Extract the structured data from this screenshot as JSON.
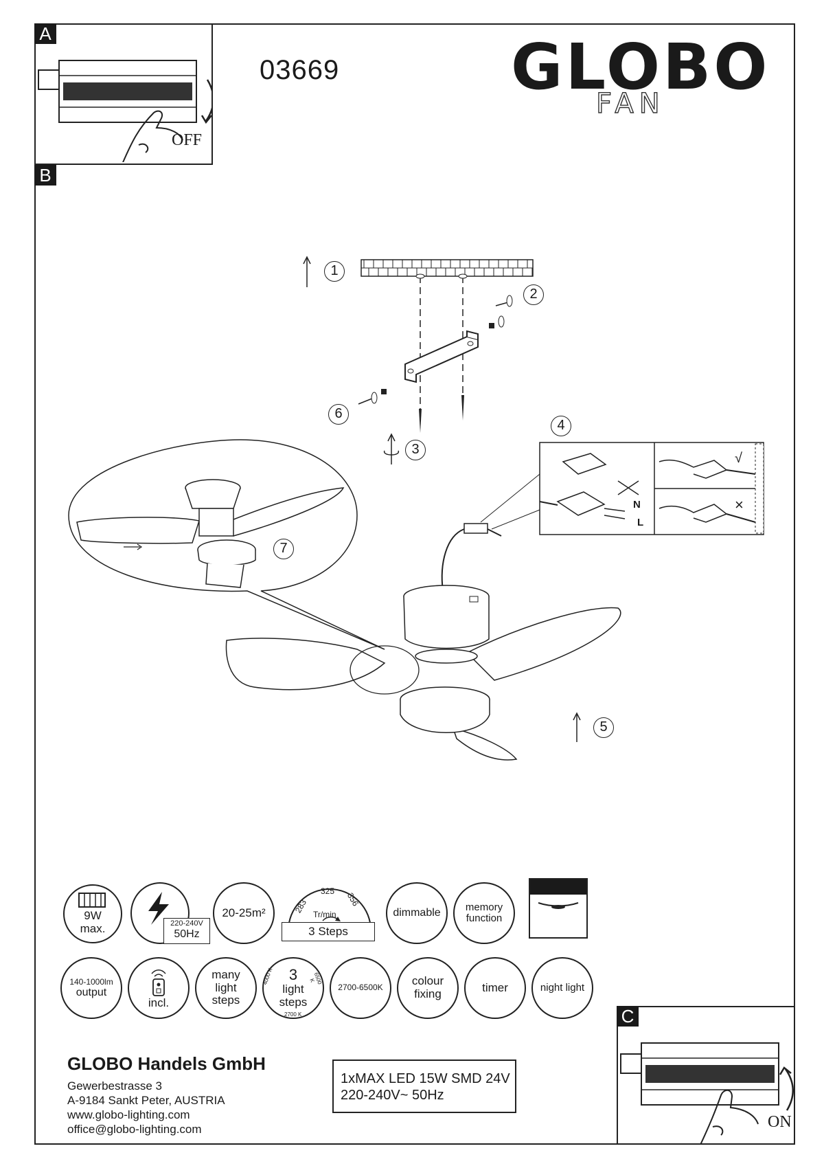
{
  "product_code": "03669",
  "logo": {
    "brand": "GLOBO",
    "sub": "FAN"
  },
  "panels": {
    "a": {
      "tag": "A",
      "state": "OFF"
    },
    "b": {
      "tag": "B"
    },
    "c": {
      "tag": "C",
      "state": "ON"
    }
  },
  "steps": [
    "1",
    "2",
    "3",
    "4",
    "5",
    "6",
    "7"
  ],
  "wiring": {
    "n": "N",
    "l": "L",
    "ok": "√",
    "no": "×"
  },
  "features": {
    "row1": {
      "watt": [
        "9W",
        "max."
      ],
      "voltage": [
        "220-240V",
        "50Hz"
      ],
      "area": "20-25m²",
      "speed": {
        "v1": "283",
        "v2": "325",
        "v3": "356",
        "unit": "Tr/min",
        "label": "3 Steps"
      },
      "dimmable": "dimmable",
      "memory": [
        "memory",
        "function"
      ]
    },
    "row2": {
      "lumen": [
        "140-1000lm",
        "output"
      ],
      "remote": "incl.",
      "many_light": [
        "many",
        "light",
        "steps"
      ],
      "cct_steps": {
        "n": "3",
        "l1": "light",
        "l2": "steps",
        "k1": "4000 K",
        "k2": "6500 K",
        "k3": "2700 K"
      },
      "cct": "2700-6500K",
      "colour": [
        "colour",
        "fixing"
      ],
      "timer": "timer",
      "night": "night light"
    }
  },
  "company": {
    "name": "GLOBO Handels GmbH",
    "street": "Gewerbestrasse 3",
    "city": "A-9184 Sankt Peter, AUSTRIA",
    "web": "www.globo-lighting.com",
    "mail": "office@globo-lighting.com"
  },
  "spec": {
    "line1": "1xMAX LED 15W SMD 24V",
    "line2": "220-240V~ 50Hz"
  }
}
